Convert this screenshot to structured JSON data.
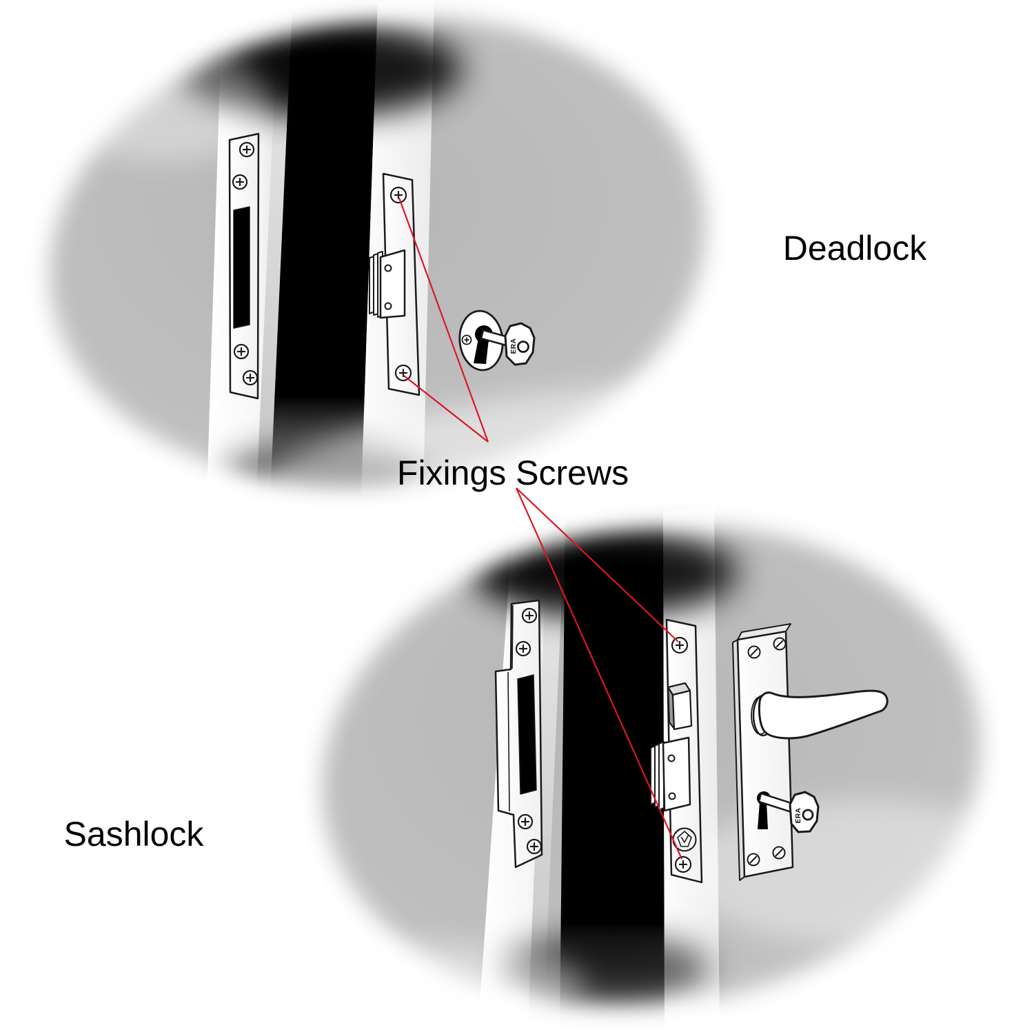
{
  "diagram": {
    "page_background": "#ffffff",
    "ellipse_fill": "#bfbfbf",
    "outline_color": "#1a1a1a",
    "annotation_color": "#dc1626",
    "label_color": "#000000"
  },
  "labels": {
    "deadlock": "Deadlock",
    "sashlock": "Sashlock",
    "fixings_screws": "Fixings Screws"
  },
  "key_engraving": "ERA",
  "panels": {
    "deadlock": {
      "label": "Deadlock",
      "parts": [
        "strike-plate",
        "mortice-deadlock-faceplate",
        "deadbolt",
        "escutcheon",
        "key"
      ]
    },
    "sashlock": {
      "label": "Sashlock",
      "parts": [
        "strike-plate",
        "mortice-sashlock-faceplate",
        "latchbolt",
        "deadbolt",
        "certification-mark",
        "handle-plate",
        "lever-handle",
        "key"
      ]
    }
  }
}
